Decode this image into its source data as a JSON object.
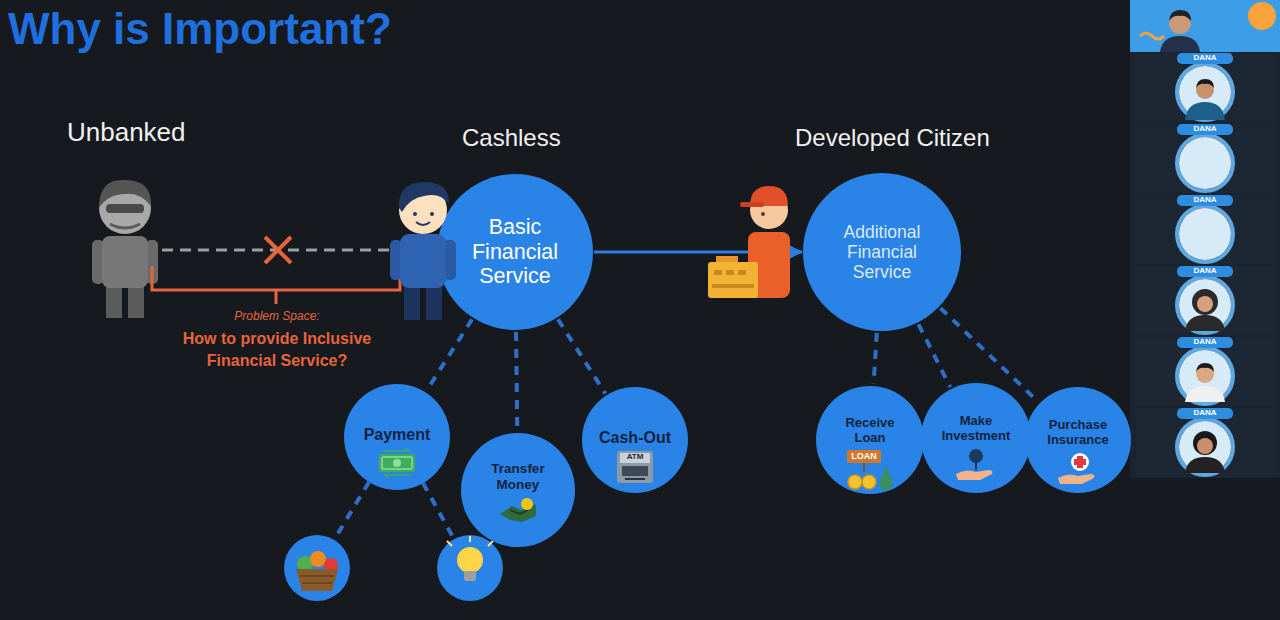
{
  "diagram": {
    "title": "Why is Important?",
    "nodes": [
      {
        "text": [
          "Basic Financial Service"
        ]
      },
      {
        "text": [
          "Payment"
        ]
      },
      {
        "text": [
          "Transfer Money"
        ]
      },
      {
        "text": [
          "Cash-Out"
        ]
      },
      {
        "text": [
          "Additional Financial Service"
        ]
      },
      {
        "text": [
          "Receive Loan"
        ]
      },
      {
        "text": [
          "Make Investment"
        ]
      },
      {
        "text": [
          "Purchase Insurance"
        ]
      }
    ],
    "edges": [
      {
        "from": 0,
        "to": 4,
        "arrow": "to"
      },
      {
        "from": 0,
        "to": 1,
        "arrow": "none"
      },
      {
        "from": 0,
        "to": 2,
        "arrow": "none"
      },
      {
        "from": 0,
        "to": 3,
        "arrow": "none"
      },
      {
        "from": 4,
        "to": 5,
        "arrow": "none"
      },
      {
        "from": 4,
        "to": 6,
        "arrow": "none"
      },
      {
        "from": 4,
        "to": 7,
        "arrow": "none"
      }
    ],
    "labels": [
      "Unbanked",
      "Cashless",
      "Developed Citizen",
      "Problem Space:",
      "How to provide Inclusive Financial Service?",
      "ATM",
      "LOAN",
      "DANA",
      "DANA",
      "DANA",
      "DANA",
      "DANA",
      "DANA"
    ]
  }
}
